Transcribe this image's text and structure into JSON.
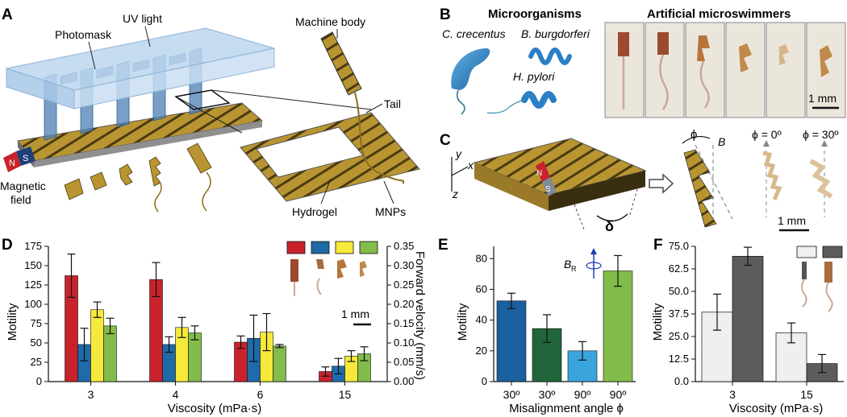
{
  "panel_labels": {
    "A": "A",
    "B": "B",
    "C": "C",
    "D": "D",
    "E": "E",
    "F": "F"
  },
  "panel_a": {
    "uv_light": "UV light",
    "photomask": "Photomask",
    "machine_body": "Machine body",
    "tail": "Tail",
    "hydrogel": "Hydrogel",
    "mnps": "MNPs",
    "magnetic_field_1": "Magnetic",
    "magnetic_field_2": "field",
    "magnet_n": "N",
    "magnet_s": "S"
  },
  "panel_b": {
    "microorganisms": "Microorganisms",
    "artificial": "Artificial microswimmers",
    "c_crecentus": "C. crecentus",
    "b_burgdorferi": "B. burgdorferi",
    "h_pylori": "H. pylori",
    "scale": "1 mm"
  },
  "panel_c": {
    "axis_y": "y",
    "axis_x": "x",
    "axis_z": "z",
    "phi": "ϕ",
    "b_field": "B",
    "phi0": "ϕ = 0º",
    "phi30": "ϕ = 30º",
    "delta": "δ",
    "scale": "1 mm",
    "magnet_n": "N",
    "magnet_s": "S"
  },
  "panel_e_extra": {
    "br": "B",
    "br_sub": "R"
  },
  "colors": {
    "red": "#c8232c",
    "blue": "#1f6aa8",
    "yellow": "#f6e93a",
    "green": "#82bc4a",
    "dark_blue": "#1a5f9e",
    "dark_green": "#20663a",
    "light_blue": "#3aa5dc",
    "light_gray": "#efefef",
    "dark_gray": "#5c5c5c",
    "gold": "#b99532"
  },
  "chart_data": [
    {
      "id": "D",
      "type": "bar",
      "categories": [
        "3",
        "4",
        "6",
        "15"
      ],
      "xlabel": "Viscosity (mPa·s)",
      "ylabel": "Motility",
      "ylabel_right": "Forward velocity (mm/s)",
      "ylim": [
        0,
        175
      ],
      "yticks": [
        "0",
        "25",
        "50",
        "75",
        "100",
        "125",
        "150",
        "175"
      ],
      "ylim_right": [
        0,
        0.35
      ],
      "yticks_right": [
        "0.00",
        "0.05",
        "0.10",
        "0.15",
        "0.20",
        "0.25",
        "0.30",
        "0.35"
      ],
      "scale_label": "1 mm",
      "series": [
        {
          "color": "#c8232c",
          "values": [
            137,
            132,
            51,
            13
          ],
          "errors": [
            28,
            22,
            8,
            6
          ]
        },
        {
          "color": "#1f6aa8",
          "values": [
            48,
            48,
            56,
            20
          ],
          "errors": [
            21,
            10,
            30,
            10
          ]
        },
        {
          "color": "#f6e93a",
          "values": [
            93,
            70,
            64,
            33
          ],
          "errors": [
            10,
            13,
            24,
            7
          ]
        },
        {
          "color": "#82bc4a",
          "values": [
            72,
            63,
            46,
            36
          ],
          "errors": [
            10,
            9,
            2,
            9
          ]
        }
      ]
    },
    {
      "id": "E",
      "type": "bar",
      "categories": [
        "30º",
        "30º",
        "90º",
        "90º"
      ],
      "colors": [
        "#1a5f9e",
        "#20663a",
        "#3aa5dc",
        "#82bc4a"
      ],
      "values": [
        52.5,
        34.5,
        20,
        72
      ],
      "errors": [
        5,
        9,
        6,
        10
      ],
      "xlabel": "Misalignment angle ϕ",
      "ylabel": "Motility",
      "ylim": [
        0,
        88
      ],
      "yticks": [
        "0",
        "20",
        "40",
        "60",
        "80"
      ]
    },
    {
      "id": "F",
      "type": "bar",
      "categories": [
        "3",
        "15"
      ],
      "xlabel": "Viscosity (mPa·s)",
      "ylabel": "Motility",
      "ylim": [
        0,
        75
      ],
      "yticks": [
        "0.0",
        "12.5",
        "25.0",
        "37.5",
        "50.0",
        "62.5",
        "75.0"
      ],
      "series": [
        {
          "color": "#efefef",
          "values": [
            38.5,
            27
          ],
          "errors": [
            10,
            5.5
          ]
        },
        {
          "color": "#5c5c5c",
          "values": [
            69.5,
            10
          ],
          "errors": [
            5,
            5
          ]
        }
      ]
    }
  ]
}
